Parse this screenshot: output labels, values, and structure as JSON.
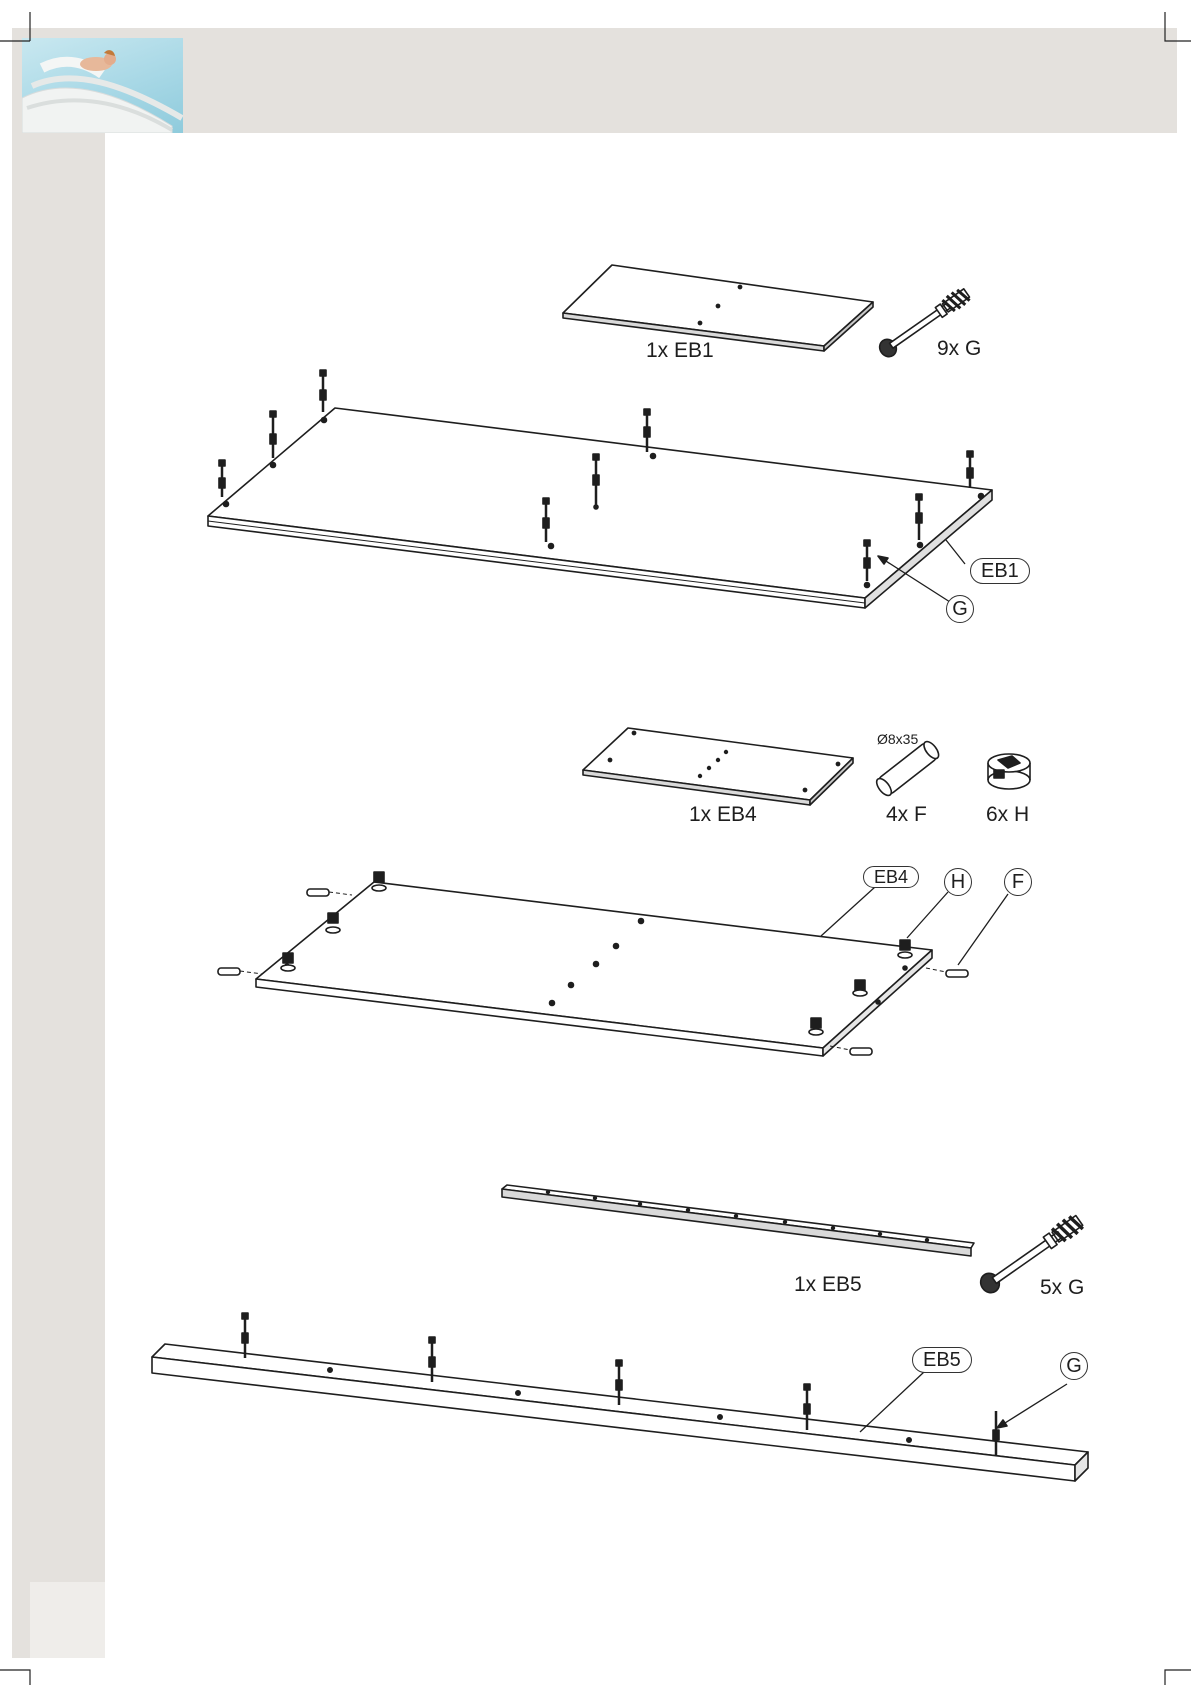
{
  "steps": [
    {
      "parts": [
        {
          "label": "1x EB1"
        },
        {
          "label": "9x G"
        }
      ],
      "callouts": {
        "panel": "EB1",
        "fastener": "G"
      }
    },
    {
      "parts": [
        {
          "label": "1x EB4"
        },
        {
          "label": "4x F",
          "spec": "Ø8x35"
        },
        {
          "label": "6x H"
        }
      ],
      "callouts": {
        "panel": "EB4",
        "cam": "H",
        "dowel": "F"
      }
    },
    {
      "parts": [
        {
          "label": "1x EB5"
        },
        {
          "label": "5x G"
        }
      ],
      "callouts": {
        "panel": "EB5",
        "fastener": "G"
      }
    }
  ],
  "colors": {
    "band": "#e4e1dd",
    "line": "#1e1e1e"
  },
  "icons": [
    "cam-bolt-icon",
    "dowel-icon",
    "cam-lock-icon",
    "angel-logo"
  ]
}
